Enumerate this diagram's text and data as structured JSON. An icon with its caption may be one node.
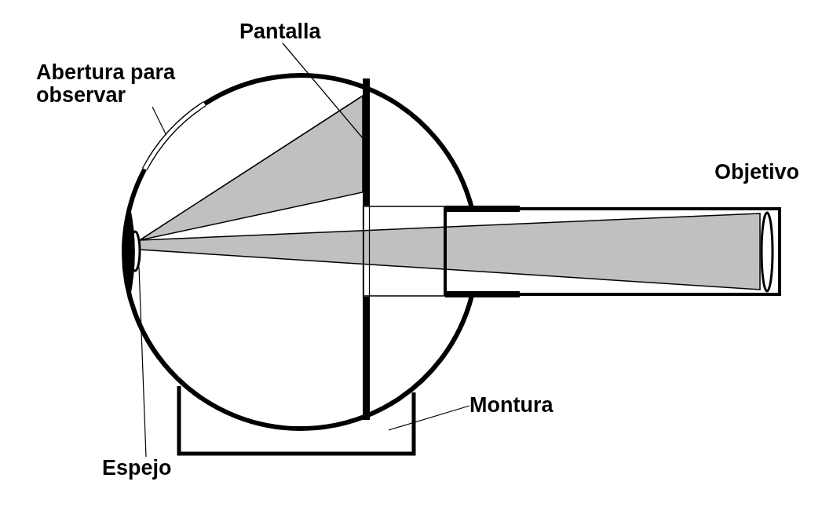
{
  "diagram": {
    "nodes": [
      {
        "text": [
          "Pantalla"
        ]
      },
      {
        "text": [
          "Abertura para observar"
        ]
      },
      {
        "text": [
          "Montura"
        ]
      },
      {
        "text": [
          "Espejo"
        ]
      },
      {
        "text": [],
        "shape": "bar"
      },
      {
        "text": [],
        "shape": "arc"
      },
      {
        "text": [],
        "shape": "box"
      },
      {
        "text": [],
        "shape": "ellipse"
      }
    ],
    "edges": [
      {
        "from": 0,
        "to": 4,
        "arrow": "none"
      },
      {
        "from": 1,
        "to": 5,
        "arrow": "none"
      },
      {
        "from": 2,
        "to": 6,
        "arrow": "none"
      },
      {
        "from": 3,
        "to": 7,
        "arrow": "none"
      }
    ],
    "labels": [
      "Objetivo"
    ]
  }
}
